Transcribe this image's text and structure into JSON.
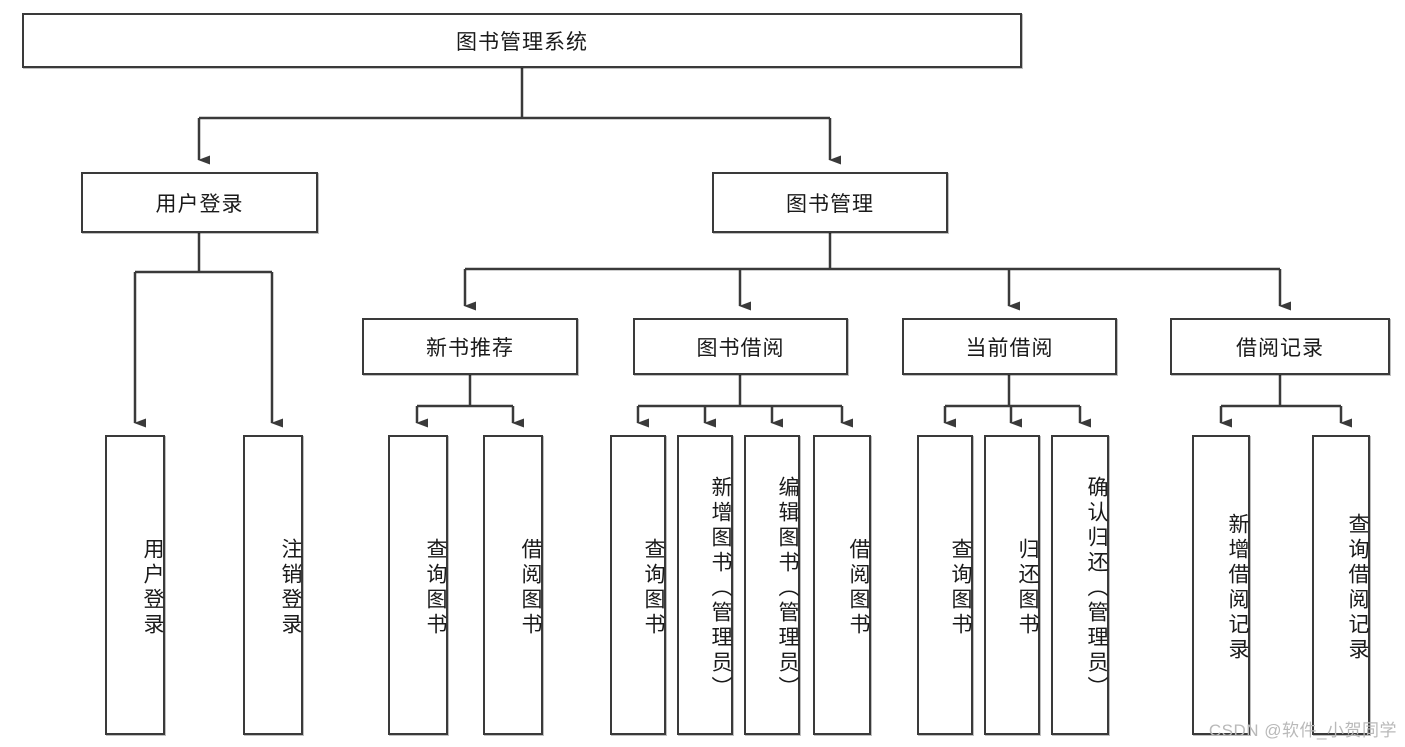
{
  "diagram": {
    "type": "tree",
    "title": "图书管理系统",
    "root": {
      "label": "图书管理系统"
    },
    "level2": [
      {
        "label": "用户登录"
      },
      {
        "label": "图书管理"
      }
    ],
    "level3": [
      {
        "label": "新书推荐"
      },
      {
        "label": "图书借阅"
      },
      {
        "label": "当前借阅"
      },
      {
        "label": "借阅记录"
      }
    ],
    "leaves": {
      "user_login": [
        {
          "label": "用户登录"
        },
        {
          "label": "注销登录"
        }
      ],
      "new_book_recommend": [
        {
          "label": "查询图书"
        },
        {
          "label": "借阅图书"
        }
      ],
      "book_borrow": [
        {
          "label": "查询图书"
        },
        {
          "label": "新增图书（管理员）"
        },
        {
          "label": "编辑图书（管理员）"
        },
        {
          "label": "借阅图书"
        }
      ],
      "current_borrow": [
        {
          "label": "查询图书"
        },
        {
          "label": "归还图书"
        },
        {
          "label": "确认归还（管理员）"
        }
      ],
      "borrow_record": [
        {
          "label": "新增借阅记录"
        },
        {
          "label": "查询借阅记录"
        }
      ]
    }
  },
  "watermark": {
    "text": "CSDN @软件_小贺同学"
  },
  "colors": {
    "border": "#3a3a3a",
    "text": "#1a1a1a",
    "background": "#ffffff",
    "watermark": "#b9b9b9"
  }
}
